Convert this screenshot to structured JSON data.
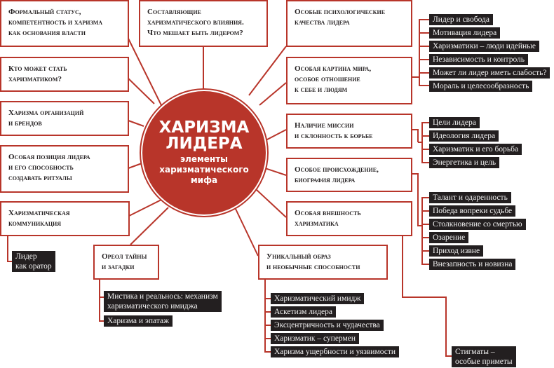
{
  "colors": {
    "accent": "#b8352a",
    "tag_bg": "#231f20"
  },
  "center": {
    "title": "ХАРИЗМА\nЛИДЕРА",
    "subtitle": "элементы\nхаризматического\nмифа"
  },
  "boxes": [
    {
      "id": "formal",
      "label": "Формальный статус,\nкомпетентность и харизма\nкак основания власти"
    },
    {
      "id": "components",
      "label": "Составляющие\nхаризматического влияния.\nЧто мешает быть лидером?"
    },
    {
      "id": "who",
      "label": "Кто может стать\nхаризматиком?"
    },
    {
      "id": "orgs",
      "label": "Харизма организаций\nи брендов"
    },
    {
      "id": "position",
      "label": "Особая позиция лидера\nи его способность\nсоздавать ритуалы"
    },
    {
      "id": "communication",
      "label": "Харизматическая\nкоммуникация"
    },
    {
      "id": "aureole",
      "label": "Ореол тайны\nи загадки"
    },
    {
      "id": "psych",
      "label": "Особые психологические\nкачества лидера"
    },
    {
      "id": "worldview",
      "label": "Особая картина мира,\nособое отношение\nк себе и людям"
    },
    {
      "id": "mission",
      "label": "Наличие миссии\nи склонность к борьбе"
    },
    {
      "id": "origin",
      "label": "Особое происхождение,\nбиография лидера"
    },
    {
      "id": "appearance",
      "label": "Особая внешность\nхаризматика"
    },
    {
      "id": "unique",
      "label": "Уникальный образ\nи необычные способности"
    }
  ],
  "tags": {
    "communication": [
      "Лидер\nкак оратор"
    ],
    "aureole": [
      "Мистика и реальнось: механизм\nхаризматического имиджа",
      "Харизма и эпатаж"
    ],
    "worldview": [
      "Лидер и свобода",
      "Мотивация лидера",
      "Харизматики – люди идейные",
      "Независимость и контроль",
      "Может ли лидер иметь слабость?",
      "Мораль и целесообразность"
    ],
    "mission": [
      "Цели лидера",
      "Идеология лидера",
      "Харизматик и его борьба",
      "Энергетика и цель"
    ],
    "origin": [
      "Талант и одаренность",
      "Победа вопреки судьбе",
      "Столкновение со смертью",
      "Озарение",
      "Приход извне",
      "Внезапность и новизна"
    ],
    "unique": [
      "Харизматический имидж",
      "Аскетизм лидера",
      "Эксцентричность и чудачества",
      "Харизматик – супермен",
      "Харизма ущербности и уязвимости"
    ],
    "appearance": [
      "Стигматы –\nособые приметы"
    ]
  }
}
